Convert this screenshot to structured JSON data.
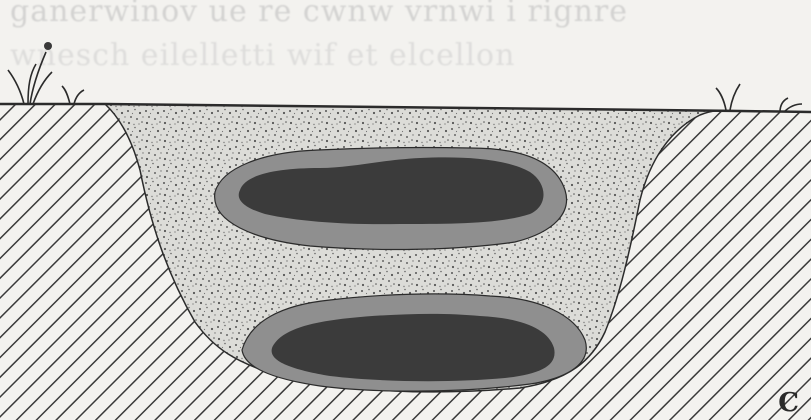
{
  "figure": {
    "panel_label": "C",
    "bleed_through_line1": "ganerwinov ue re cwnw vrnwi i rignre",
    "bleed_through_line2": "wnesch eilelletti wif et elcellon"
  },
  "colors": {
    "background": "#f3f2ef",
    "ground_hatch": "#3a3a3a",
    "pit_fill": "#dcdcd8",
    "pit_speckle": "#555555",
    "deposit_halo": "#8f8f8f",
    "deposit_core": "#3b3b3b",
    "outline": "#2b2b2b"
  }
}
